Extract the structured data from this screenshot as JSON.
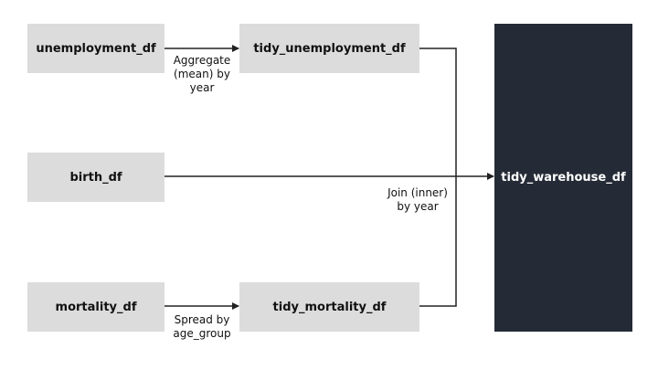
{
  "colors": {
    "node_fill": "#dcdcdc",
    "warehouse_fill": "#252b36",
    "warehouse_text": "#ffffff",
    "connector": "#222222"
  },
  "nodes": {
    "unemployment_df": "unemployment_df",
    "tidy_unemployment_df": "tidy_unemployment_df",
    "birth_df": "birth_df",
    "mortality_df": "mortality_df",
    "tidy_mortality_df": "tidy_mortality_df",
    "tidy_warehouse_df": "tidy_warehouse_df"
  },
  "edges": {
    "aggregate": [
      "Aggregate",
      "(mean) by",
      "year"
    ],
    "spread": [
      "Spread by",
      "age_group"
    ],
    "join": [
      "Join (inner)",
      "by year"
    ]
  }
}
